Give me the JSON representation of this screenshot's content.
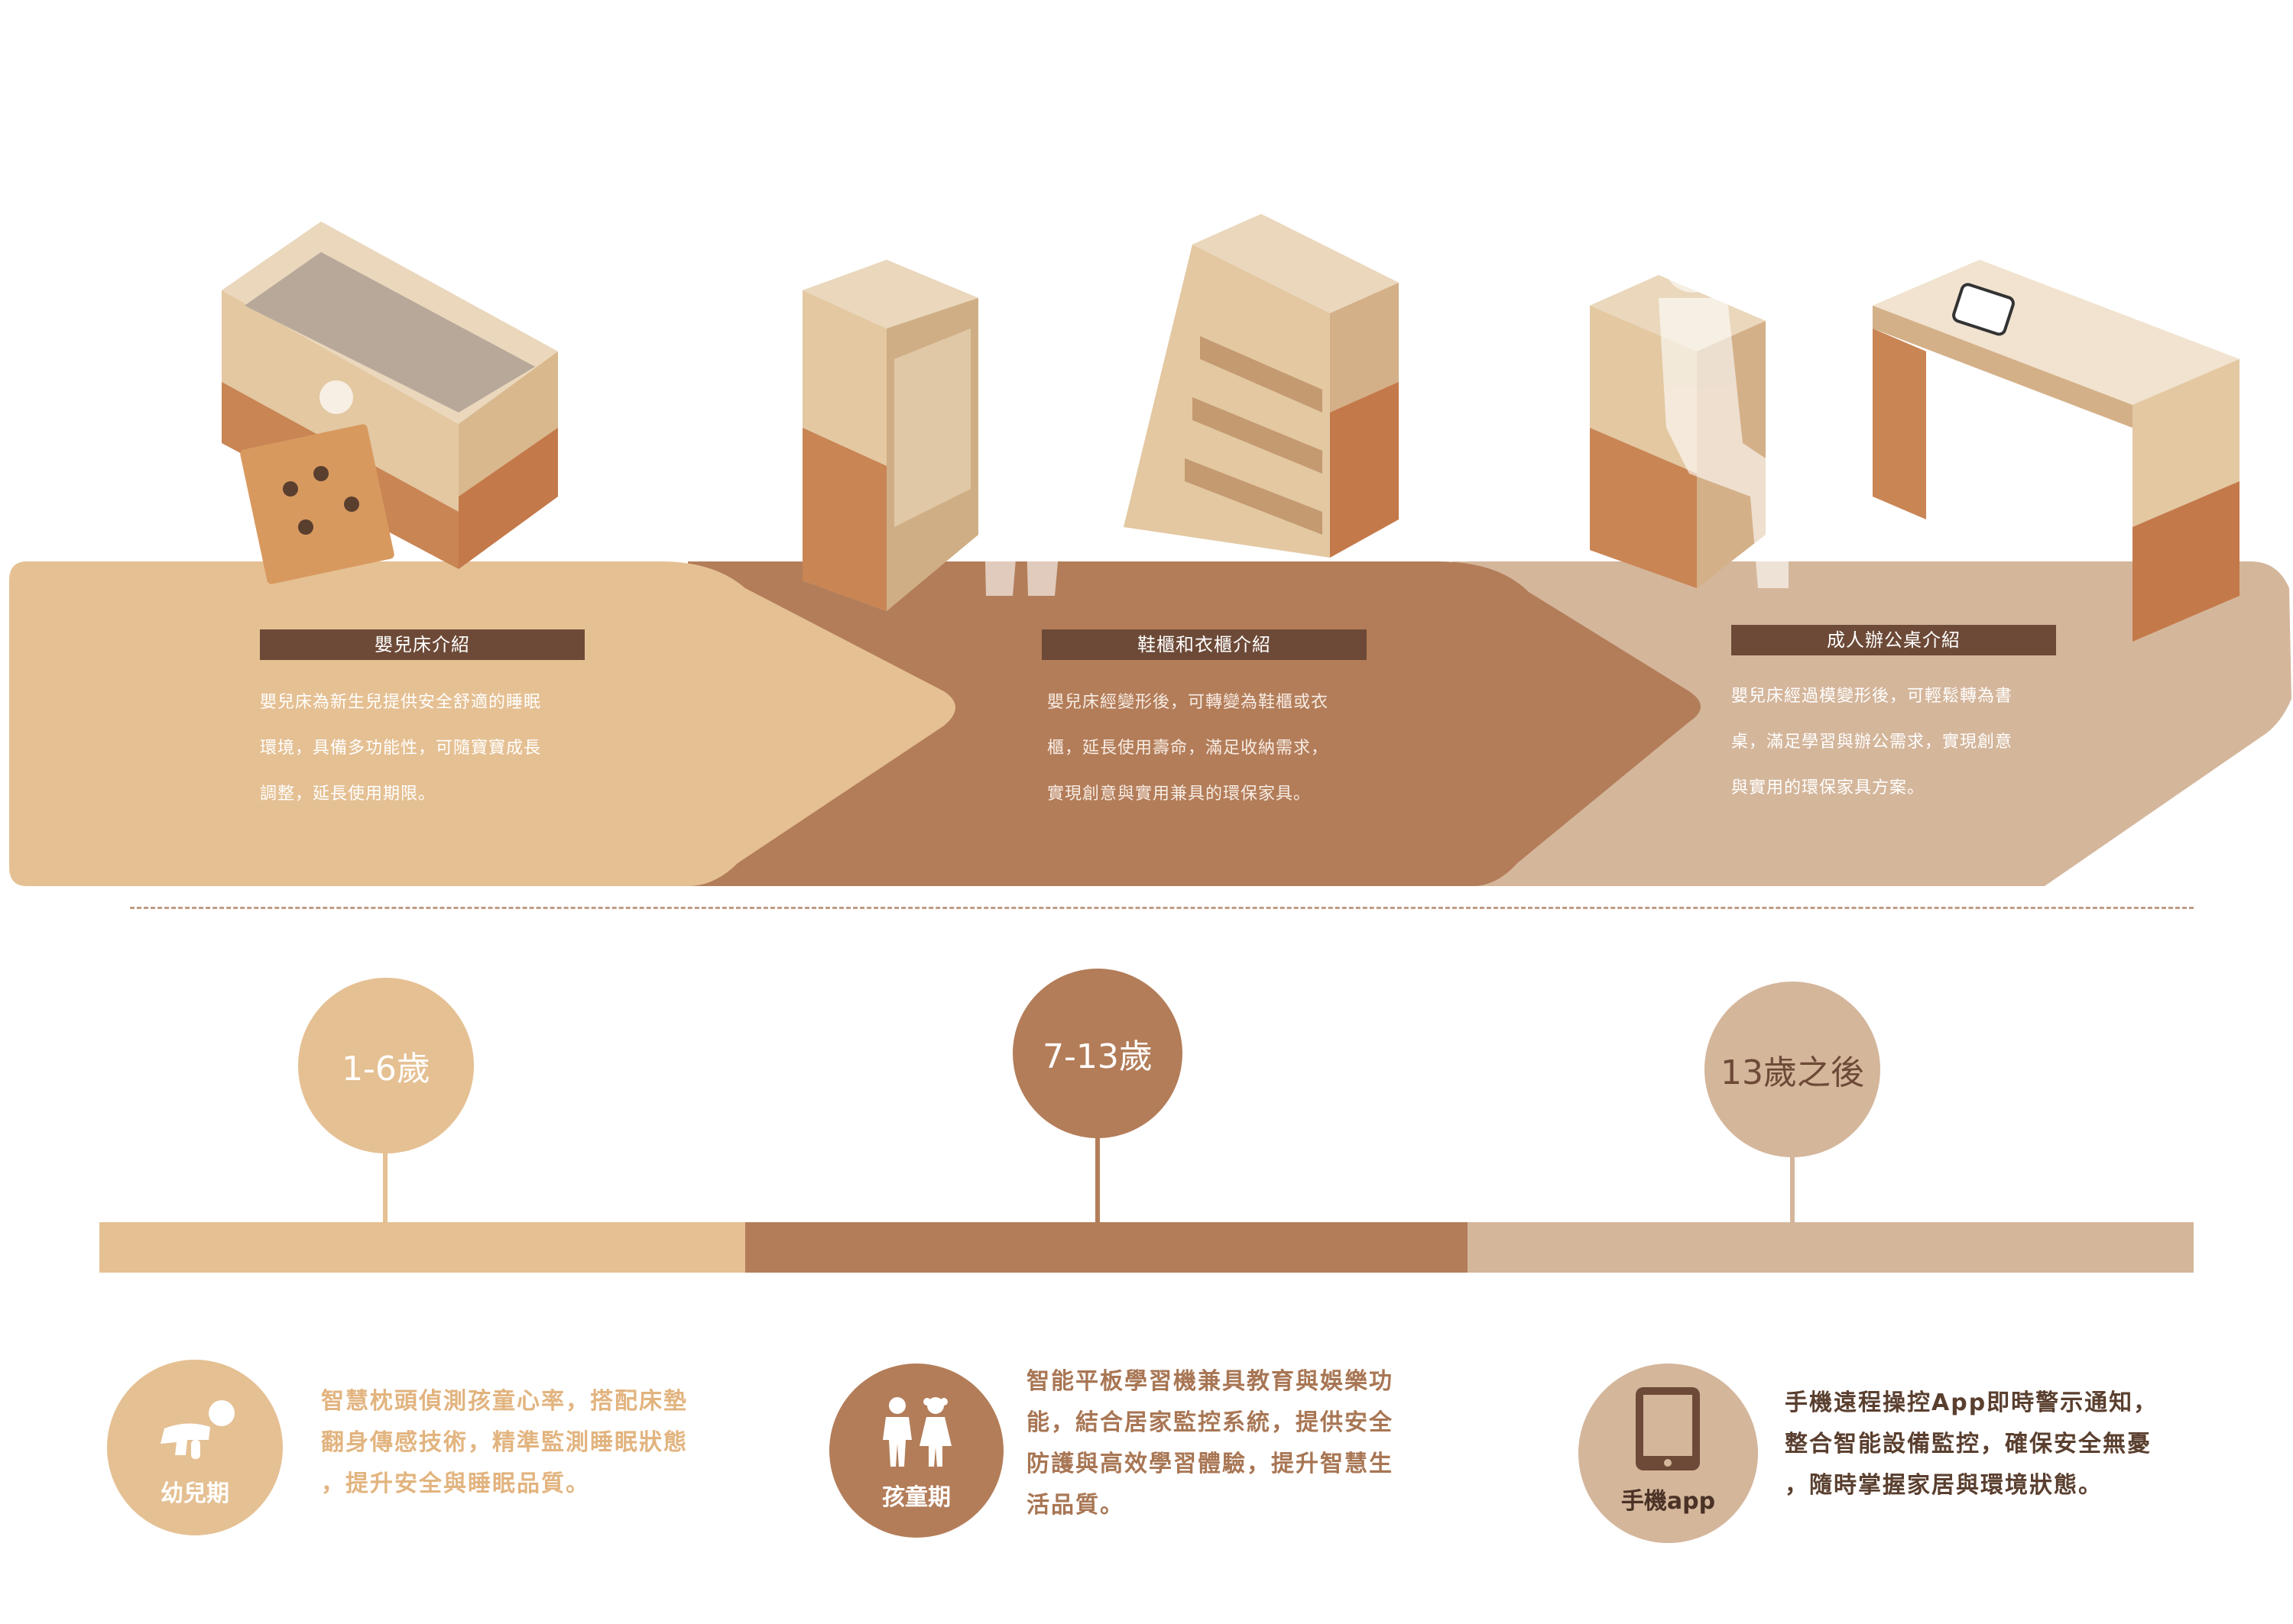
{
  "colors": {
    "light": "#e5c093",
    "mid": "#b37d59",
    "pale": "#d4b69b",
    "title_bar": "#6d4a37",
    "text_light": "#e2b47f",
    "text_mid": "#a87654"
  },
  "sections": [
    {
      "title": "嬰兒床介紹",
      "lines": [
        "嬰兒床為新生兒提供安全舒適的睡眠",
        "環境，具備多功能性，可隨寶寶成長",
        "調整，延長使用期限。"
      ]
    },
    {
      "title": "鞋櫃和衣櫃介紹",
      "lines": [
        "嬰兒床經變形後，可轉變為鞋櫃或衣",
        "櫃，延長使用壽命，滿足收納需求，",
        "實現創意與實用兼具的環保家具。"
      ]
    },
    {
      "title": "成人辦公桌介紹",
      "lines": [
        "嬰兒床經過模變形後，可輕鬆轉為書",
        "桌，滿足學習與辦公需求，實現創意",
        "與實用的環保家具方案。"
      ]
    }
  ],
  "stages": [
    {
      "age": "1-6歲"
    },
    {
      "age": "7-13歲"
    },
    {
      "age": "13歲之後"
    }
  ],
  "features": [
    {
      "icon": "crawling-baby-icon",
      "label": "幼兒期",
      "lines": [
        "智慧枕頭偵測孩童心率，搭配床墊",
        "翻身傳感技術，精準監測睡眠狀態",
        "，提升安全與睡眠品質。"
      ]
    },
    {
      "icon": "children-icon",
      "label": "孩童期",
      "lines": [
        "智能平板學習機兼具教育與娛樂功",
        "能，結合居家監控系統，提供安全",
        "防護與高效學習體驗，提升智慧生",
        "活品質。"
      ]
    },
    {
      "icon": "tablet-icon",
      "label": "手機app",
      "lines": [
        "手機遠程操控App即時警示通知，",
        "整合智能設備監控，確保安全無憂",
        "，隨時掌握家居與環境狀態。"
      ]
    }
  ]
}
